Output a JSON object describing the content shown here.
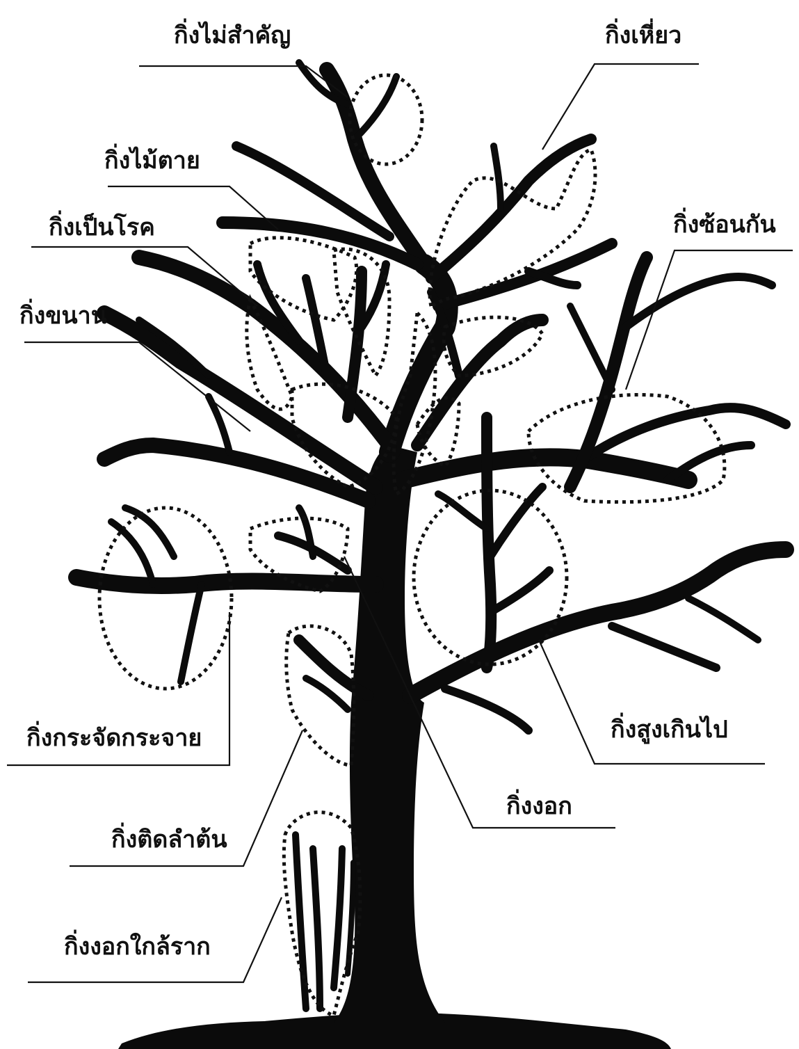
{
  "labels": {
    "unimportant": "กิ่งไม่สำคัญ",
    "wilted": "กิ่งเหี่ยว",
    "dead": "กิ่งไม้ตาย",
    "diseased": "กิ่งเป็นโรค",
    "overlapping": "กิ่งซ้อนกัน",
    "parallel": "กิ่งขนาน",
    "scattered": "กิ่งกระจัดกระจาย",
    "too_high": "กิ่งสูงเกินไป",
    "trunk_attached": "กิ่งติดลำต้น",
    "sprout": "กิ่งงอก",
    "root_sprout": "กิ่งงอกใกล้ราก"
  },
  "colors": {
    "ink": "#0b0b0b",
    "background": "#ffffff"
  }
}
